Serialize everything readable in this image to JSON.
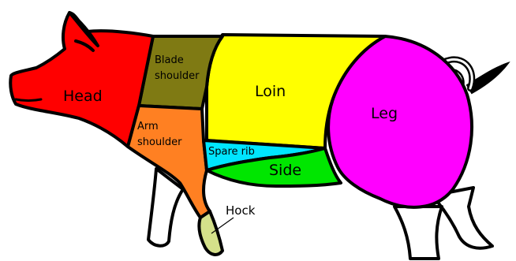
{
  "cuts": {
    "head": {
      "label": "Head",
      "color": "#ff0000"
    },
    "blade_shoulder": {
      "label_line1": "Blade",
      "label_line2": "shoulder",
      "color": "#7f7a13"
    },
    "loin": {
      "label": "Loin",
      "color": "#ffff00"
    },
    "leg": {
      "label": "Leg",
      "color": "#ff00ff"
    },
    "arm_shoulder": {
      "label_line1": "Arm",
      "label_line2": "shoulder",
      "color": "#ff8022"
    },
    "spare_rib": {
      "label": "Spare rib",
      "color": "#00e5ff"
    },
    "side": {
      "label": "Side",
      "color": "#00e600"
    },
    "hock": {
      "label": "Hock",
      "color": "#d4e08a"
    }
  },
  "outline_color": "#000000",
  "unshaded_color": "#ffffff"
}
